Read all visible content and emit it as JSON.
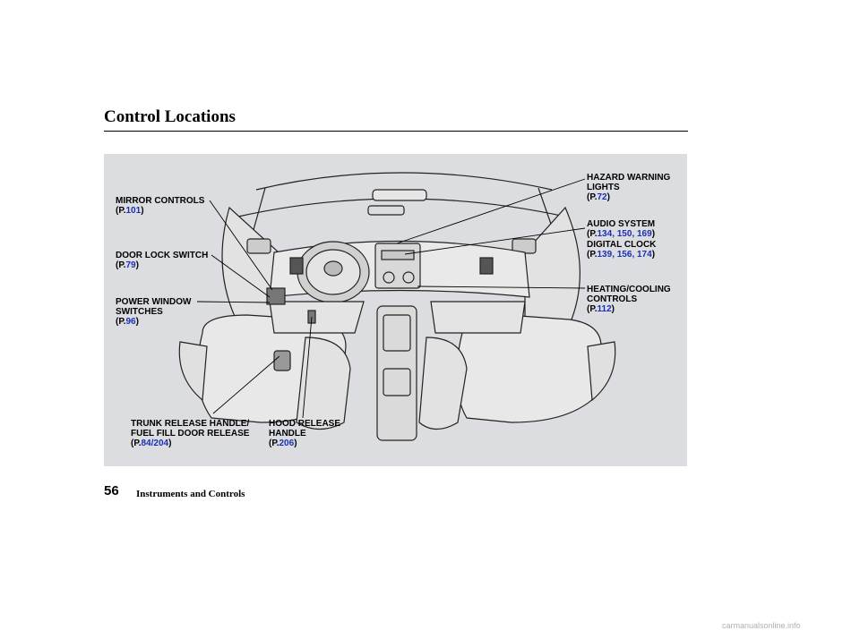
{
  "page": {
    "title": "Control Locations",
    "page_number": "56",
    "section": "Instruments and Controls",
    "watermark": "carmanualsonline.info"
  },
  "labels": {
    "mirror": {
      "line1": "MIRROR CONTROLS",
      "prefix": "(P.",
      "ref1": "101",
      "suffix": ")"
    },
    "door_lock": {
      "line1": "DOOR LOCK SWITCH",
      "prefix": "(P.",
      "ref1": "79",
      "suffix": ")"
    },
    "power_window": {
      "line1": "POWER WINDOW",
      "line2": "SWITCHES",
      "prefix": "(P.",
      "ref1": "96",
      "suffix": ")"
    },
    "trunk": {
      "line1": "TRUNK RELEASE HANDLE/",
      "line2": "FUEL FILL DOOR RELEASE",
      "prefix": "(P.",
      "ref1": "84",
      "sep": "/",
      "ref2": "204",
      "suffix": ")"
    },
    "hood": {
      "line1": "HOOD RELEASE",
      "line2": "HANDLE",
      "prefix": "(P.",
      "ref1": "206",
      "suffix": ")"
    },
    "hazard": {
      "line1": "HAZARD WARNING",
      "line2": "LIGHTS",
      "prefix": "(P.",
      "ref1": "72",
      "suffix": ")"
    },
    "audio": {
      "line1": "AUDIO SYSTEM",
      "prefix": "(P.",
      "ref1": "134",
      "sep1": ", ",
      "ref2": "150",
      "sep2": ", ",
      "ref3": "169",
      "suffix": ")"
    },
    "clock": {
      "line1": "DIGITAL CLOCK",
      "prefix": "(P.",
      "ref1": "139",
      "sep1": ", ",
      "ref2": "156",
      "sep2": ", ",
      "ref3": "174",
      "suffix": ")"
    },
    "heating": {
      "line1": "HEATING/COOLING",
      "line2": "CONTROLS",
      "prefix": "(P.",
      "ref1": "112",
      "suffix": ")"
    }
  },
  "colors": {
    "link": "#1a2fb3",
    "panel": "#dcdde0"
  }
}
